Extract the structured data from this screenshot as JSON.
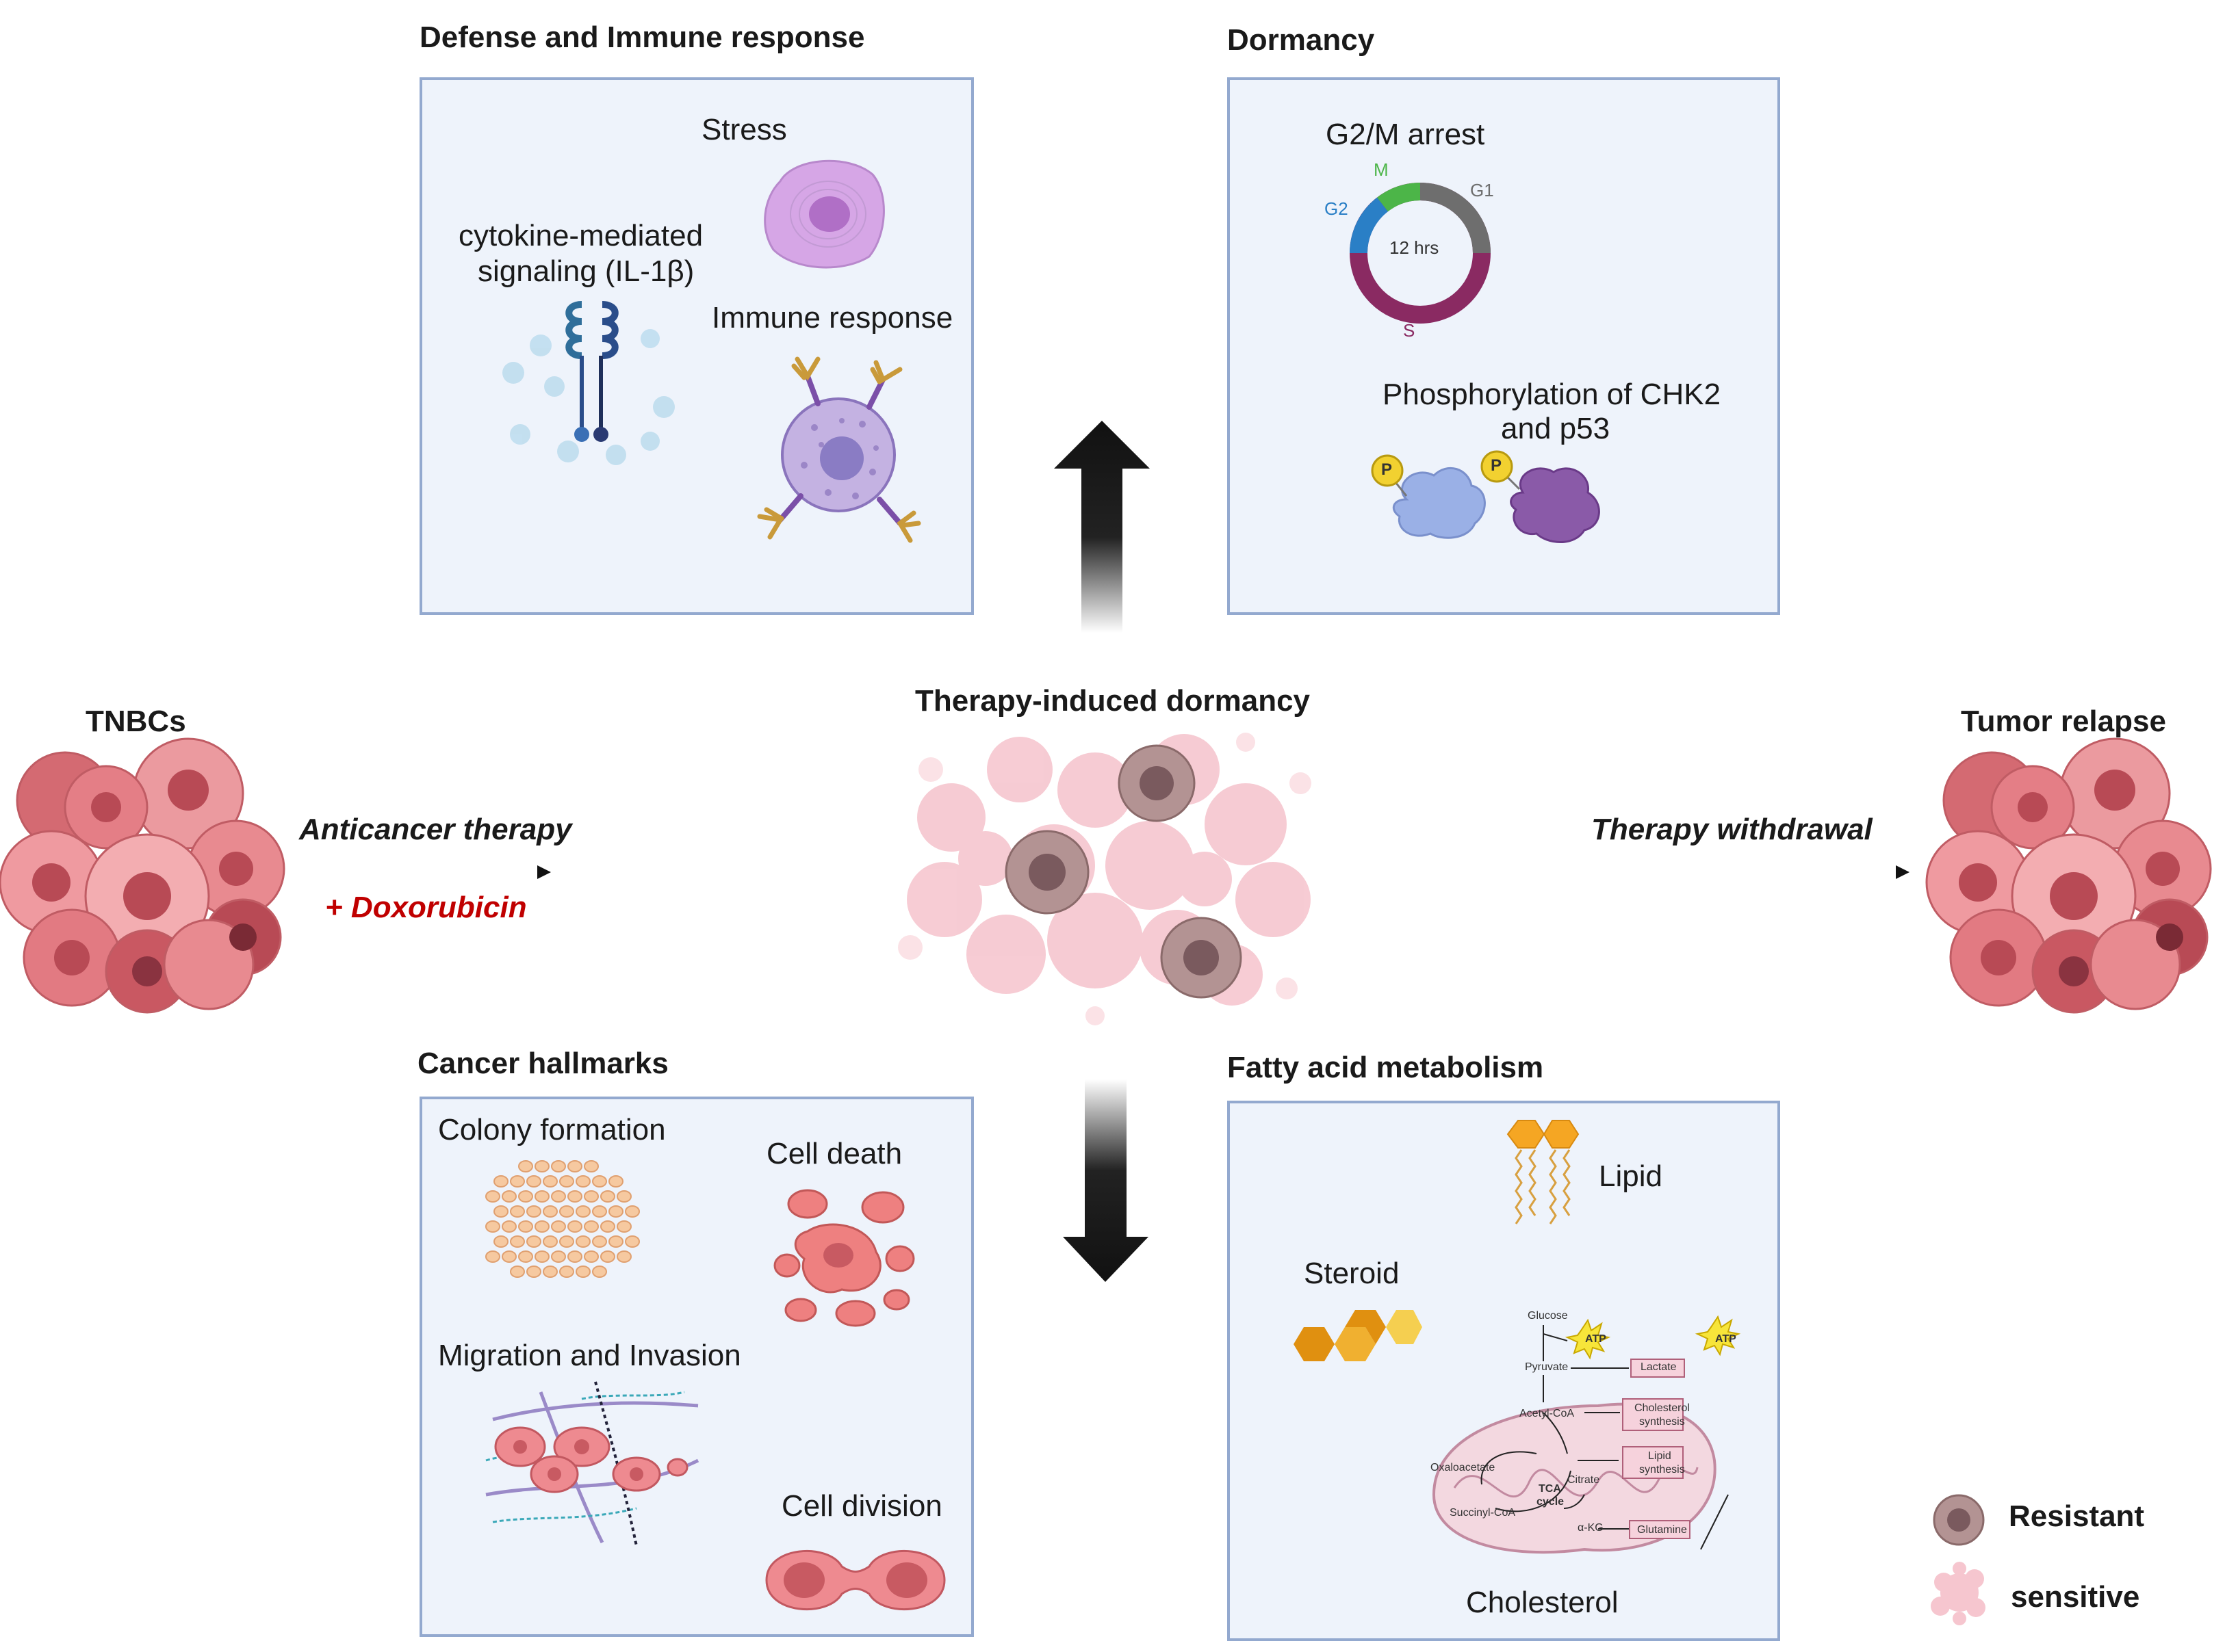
{
  "panels": {
    "defense": {
      "title": "Defense and Immune response",
      "stress": "Stress",
      "cytokine_line1": "cytokine-mediated",
      "cytokine_line2": "signaling (IL-1β)",
      "immune": "Immune response"
    },
    "dormancy": {
      "title": "Dormancy",
      "g2m": "G2/M arrest",
      "cycle_center": "12 hrs",
      "phase_m": "M",
      "phase_g1": "G1",
      "phase_g2": "G2",
      "phase_s": "S",
      "phospho_line1": "Phosphorylation of CHK2",
      "phospho_line2": "and p53",
      "p_badge": "P"
    },
    "hallmarks": {
      "title": "Cancer hallmarks",
      "colony": "Colony formation",
      "death": "Cell death",
      "migration": "Migration and Invasion",
      "division": "Cell division"
    },
    "fatty": {
      "title": "Fatty acid metabolism",
      "lipid": "Lipid",
      "steroid": "Steroid",
      "cholesterol": "Cholesterol",
      "glucose": "Glucose",
      "pyruvate": "Pyruvate",
      "acetyl": "Acetyl-CoA",
      "oxaloacetate": "Oxaloacetate",
      "citrate": "Citrate",
      "succinyl": "Succinyl-CoA",
      "akg": "α-KG",
      "tca1": "TCA",
      "tca2": "cycle",
      "atp": "ATP",
      "lactate": "Lactate",
      "chol_syn1": "Cholesterol",
      "chol_syn2": "synthesis",
      "lipid_syn1": "Lipid",
      "lipid_syn2": "synthesis",
      "glutamine": "Glutamine"
    }
  },
  "flow": {
    "tnbc": "TNBCs",
    "therapy": "Anticancer therapy",
    "dox": "+ Doxorubicin",
    "center": "Therapy-induced dormancy",
    "withdrawal": "Therapy withdrawal",
    "relapse": "Tumor relapse"
  },
  "legend": {
    "resistant": "Resistant",
    "sensitive": "sensitive"
  },
  "colors": {
    "panel_fill": "#eef3fb",
    "panel_border": "#93a9cf",
    "dox_red": "#c00000",
    "tumor_pink": "#e58a8f",
    "resistant_brown": "#a88c8c",
    "phase_m": "#4cb548",
    "phase_g1": "#6e6e6e",
    "phase_g2": "#2a7fc6",
    "phase_s": "#8a2a62"
  }
}
